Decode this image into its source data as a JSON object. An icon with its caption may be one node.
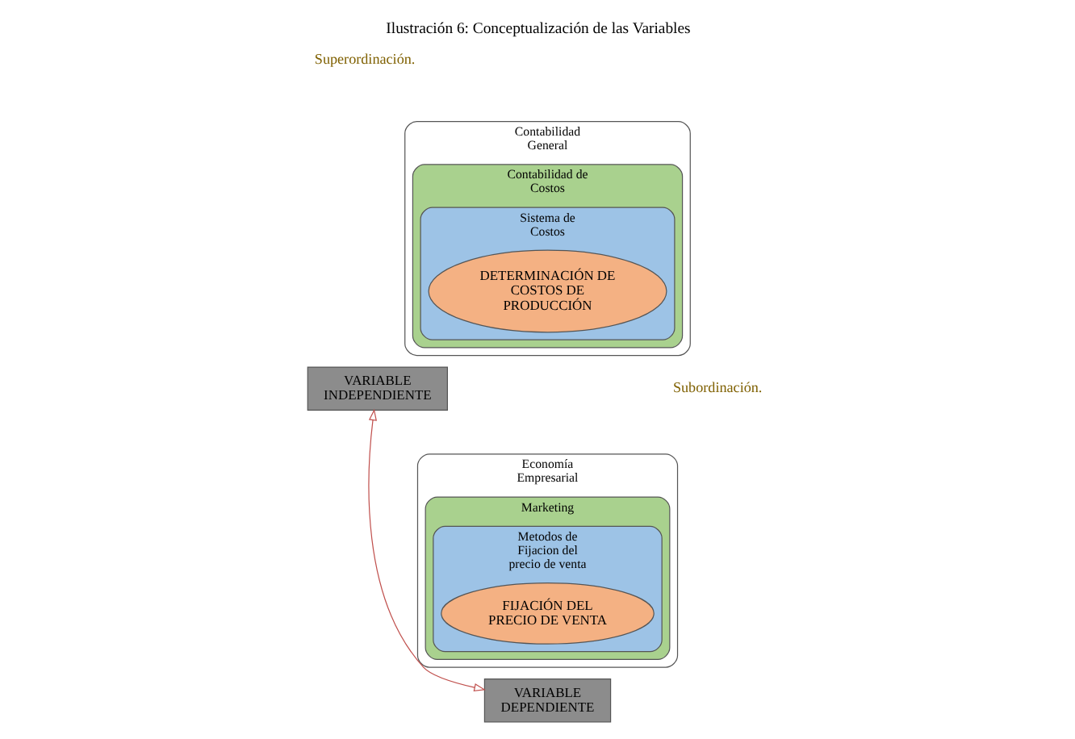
{
  "diagram": {
    "title": "Ilustración 6: Conceptualización de las Variables",
    "nodes": [
      {
        "text": [
          "Contabilidad General"
        ]
      },
      {
        "text": [
          "Contabilidad de Costos"
        ],
        "in": 0
      },
      {
        "text": [
          "Sistema de Costos"
        ],
        "in": 1
      },
      {
        "text": [
          "DETERMINACIÓN DE COSTOS DE PRODUCCIÓN"
        ],
        "in": 2
      },
      {
        "text": [
          "Economía Empresarial"
        ]
      },
      {
        "text": [
          "Marketing"
        ],
        "in": 4
      },
      {
        "text": [
          "Metodos de Fijacion del precio de venta"
        ],
        "in": 5
      },
      {
        "text": [
          "FIJACIÓN DEL PRECIO DE VENTA"
        ],
        "in": 6
      },
      {
        "text": [
          "VARIABLE INDEPENDIENTE"
        ]
      },
      {
        "text": [
          "VARIABLE DEPENDIENTE"
        ]
      }
    ],
    "edges": [
      {
        "from": 8,
        "to": 9,
        "arrow": "both",
        "color": "#c0504d"
      }
    ],
    "labels": [
      "Superordinación.",
      "Subordinación."
    ]
  }
}
